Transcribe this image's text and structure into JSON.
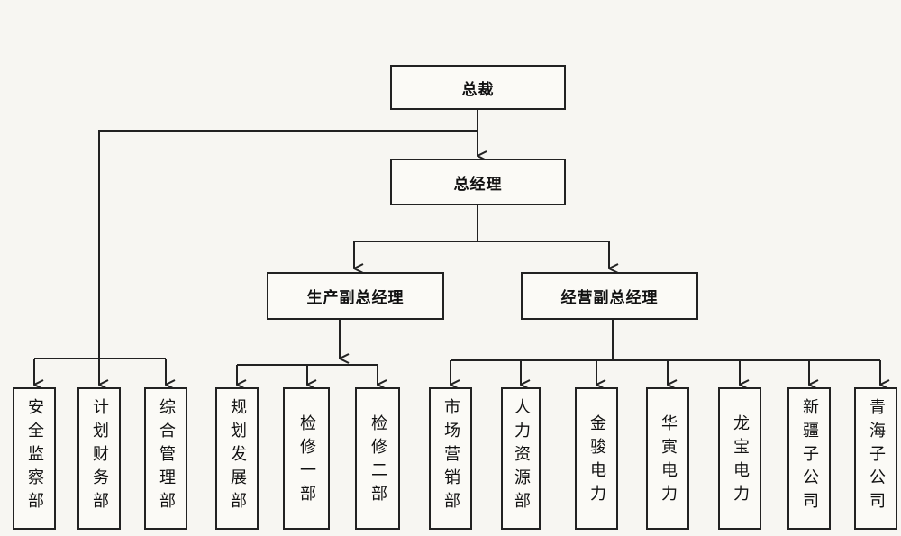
{
  "org": {
    "ceo": "总裁",
    "gm": "总经理",
    "vp_production": "生产副总经理",
    "vp_business": "经营副总经理",
    "departments": [
      "安全监察部",
      "计划财务部",
      "综合管理部",
      "规划发展部",
      "检修一部",
      "检修二部",
      "市场营销部",
      "人力资源部",
      "金骏电力",
      "华寅电力",
      "龙宝电力",
      "新疆子公司",
      "青海子公司"
    ]
  }
}
